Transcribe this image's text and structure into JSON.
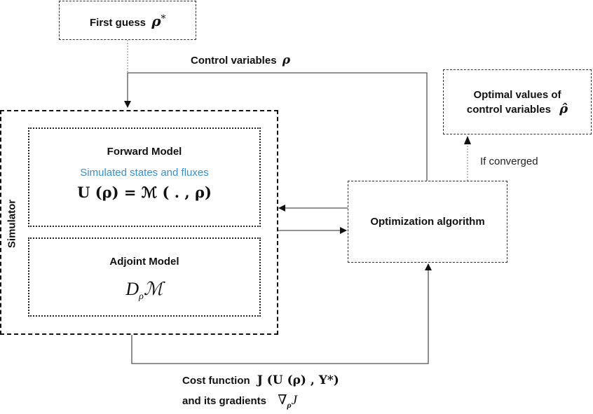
{
  "first_guess": {
    "label": "First guess",
    "symbol": "ρ",
    "superscript": "*"
  },
  "control_variables": {
    "label": "Control variables",
    "symbol": "ρ"
  },
  "optimal_values": {
    "line1": "Optimal values of",
    "line2": "control variables",
    "symbol": "ρ̂"
  },
  "if_converged": {
    "label": "If converged"
  },
  "simulator": {
    "label": "Simulator",
    "forward_model": {
      "title": "Forward Model",
      "subtitle": "Simulated states and fluxes",
      "subtitle_color": "#3a8fd0",
      "equation": "U (ρ) = ℳ ( . , ρ)"
    },
    "adjoint_model": {
      "title": "Adjoint Model",
      "equation_base": "D",
      "equation_sub": "ρ",
      "equation_rest": "ℳ"
    }
  },
  "optimization": {
    "label": "Optimization algorithm"
  },
  "cost_function": {
    "line1_label": "Cost function",
    "line1_math": "J (U (ρ) , Y*)",
    "line2_label": "and its gradients",
    "line2_math_base": "∇",
    "line2_math_sub": "ρ",
    "line2_math_rest": "J"
  }
}
